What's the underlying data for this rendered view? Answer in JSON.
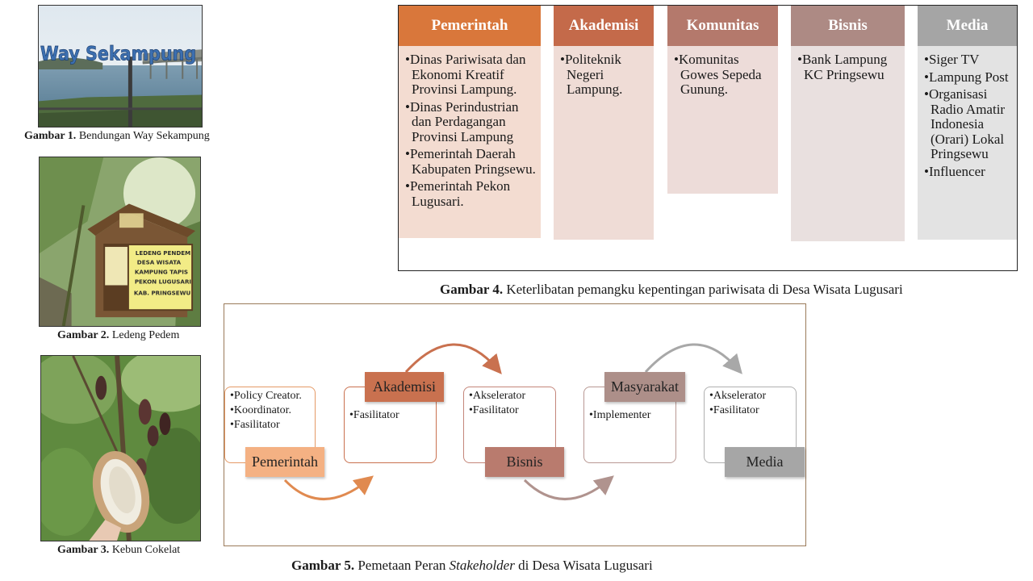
{
  "figures": {
    "fig1": {
      "label": "Gambar 1.",
      "caption": " Bendungan Way Sekampung",
      "sign_text": "Way Sekampung"
    },
    "fig2": {
      "label": "Gambar 2.",
      "caption": " Ledeng Pedem",
      "sign_lines": [
        "LEDENG PENDEM",
        "DESA WISATA",
        "KAMPUNG TAPIS",
        "PEKON LUGUSARI",
        "KAB. PRINGSEWU"
      ]
    },
    "fig3": {
      "label": "Gambar 3.",
      "caption": " Kebun Cokelat"
    },
    "fig4": {
      "label": "Gambar 4.",
      "caption": " Keterlibatan pemangku kepentingan pariwisata di Desa Wisata Lugusari",
      "columns": [
        {
          "title": "Pemerintah",
          "head_color": "#d9773b",
          "body_color": "#f3dcd1",
          "items": [
            "•Dinas Pariwisata dan Ekonomi Kreatif Provinsi Lampung.",
            "•Dinas Perindustrian dan Perdagangan Provinsi Lampung",
            "•Pemerintah Daerah Kabupaten Pringsewu.",
            "•Pemerintah Pekon Lugusari."
          ]
        },
        {
          "title": "Akademisi",
          "head_color": "#c46a4a",
          "body_color": "#efdcd6",
          "items": [
            "•Politeknik Negeri Lampung."
          ]
        },
        {
          "title": "Komunitas",
          "head_color": "#b4796c",
          "body_color": "#eddcd9",
          "items": [
            "•Komunitas Gowes Sepeda Gunung."
          ]
        },
        {
          "title": "Bisnis",
          "head_color": "#ad8a84",
          "body_color": "#e9e0df",
          "items": [
            "•Bank Lampung KC Pringsewu"
          ]
        },
        {
          "title": "Media",
          "head_color": "#a5a5a5",
          "body_color": "#e3e3e3",
          "items": [
            "•Siger TV",
            "•Lampung Post",
            "•Organisasi Radio Amatir Indonesia (Orari) Lokal Pringsewu",
            "•Influencer"
          ]
        }
      ]
    },
    "fig5": {
      "label": "Gambar 5.",
      "caption_pre": " Pemetaan Peran ",
      "caption_em": "Stakeholder",
      "caption_post": " di Desa Wisata Lugusari",
      "roles": [
        {
          "name": "Pemerintah",
          "color": "#f4b183",
          "border": "#e59a66",
          "items": [
            "•Policy Creator.",
            "•Koordinator.",
            "•Fasilitator"
          ]
        },
        {
          "name": "Akademisi",
          "color": "#c9714f",
          "border": "#c9714f",
          "items": [
            "•Fasilitator"
          ]
        },
        {
          "name": "Bisnis",
          "color": "#b97b6e",
          "border": "#c4867a",
          "items": [
            "•Akselerator",
            "•Fasilitator"
          ]
        },
        {
          "name": "Masyarakat",
          "color": "#ad8f89",
          "border": "#b89893",
          "items": [
            "•Implementer"
          ]
        },
        {
          "name": "Media",
          "color": "#a6a6a6",
          "border": "#b0b0b0",
          "items": [
            "•Akselerator",
            "•Fasilitator"
          ]
        }
      ]
    }
  }
}
